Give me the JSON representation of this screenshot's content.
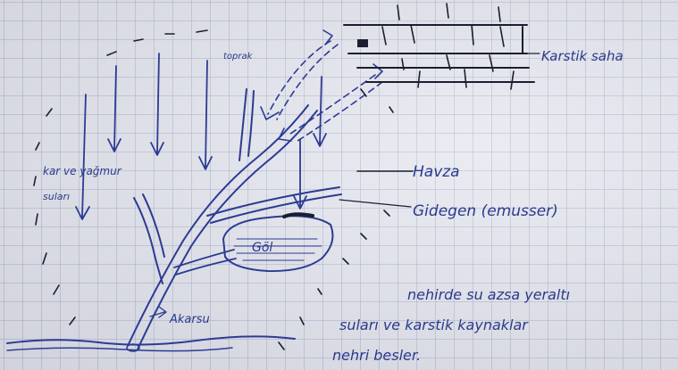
{
  "labels": {
    "toprak": "toprak",
    "karstik_saha": "Karstik saha",
    "kar_ve_yagmur": "kar ve yağmur",
    "sulari": "suları",
    "havza": "Havza",
    "gidegen": "Gidegen (emusser)",
    "gol": "Göl",
    "akarsu": "Akarsu"
  },
  "note": {
    "line1": "nehirde su azsa yeraltı",
    "line2": "suları ve karstik kaynaklar",
    "line3": "nehri besler."
  },
  "colors": {
    "ink": "#2c3b93",
    "dark_ink": "#1a1e30",
    "paper": "#e4e6ee"
  }
}
